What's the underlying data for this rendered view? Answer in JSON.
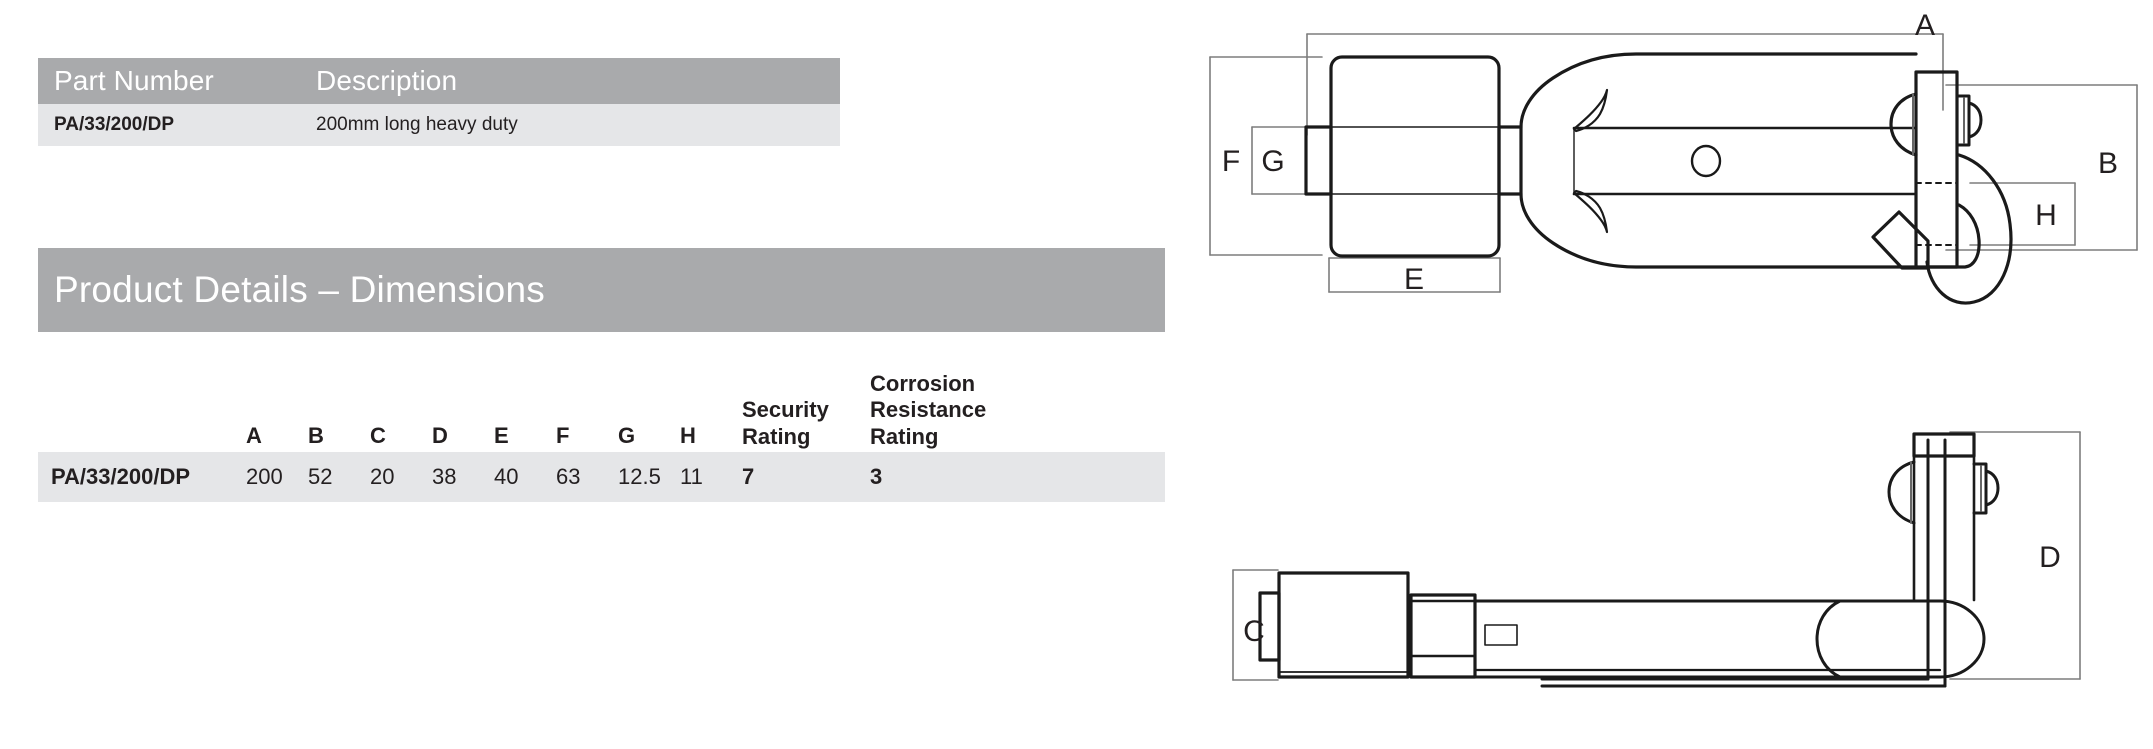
{
  "part_table": {
    "name": "part-number-description-table",
    "columns": [
      "Part Number",
      "Description"
    ],
    "rows": [
      {
        "part_number": "PA/33/200/DP",
        "description": "200mm long heavy duty"
      }
    ]
  },
  "details_section": {
    "title": "Product Details – Dimensions"
  },
  "dimensions_table": {
    "name": "product-dimensions-table",
    "columns": [
      "",
      "A",
      "B",
      "C",
      "D",
      "E",
      "F",
      "G",
      "H",
      "Security Rating",
      "Corrosion Resistance Rating"
    ],
    "column_security_lines": [
      "Security",
      "Rating"
    ],
    "column_corrosion_lines": [
      "Corrosion",
      "Resistance",
      "Rating"
    ],
    "rows": [
      {
        "part_number": "PA/33/200/DP",
        "A": "200",
        "B": "52",
        "C": "20",
        "D": "38",
        "E": "40",
        "F": "63",
        "G": "12.5",
        "H": "11",
        "security_rating": "7",
        "corrosion_resistance_rating": "3"
      }
    ]
  },
  "drawing": {
    "name": "padlock-bolt-technical-drawing",
    "views": [
      {
        "name": "top-view",
        "dimension_labels": [
          "A",
          "B",
          "E",
          "F",
          "G",
          "H"
        ]
      },
      {
        "name": "side-view",
        "dimension_labels": [
          "C",
          "D"
        ]
      }
    ],
    "labels": {
      "A": "A",
      "B": "B",
      "C": "C",
      "D": "D",
      "E": "E",
      "F": "F",
      "G": "G",
      "H": "H"
    }
  },
  "colors": {
    "header_band": "#a9aaac",
    "row_stripe": "#e5e6e8",
    "text": "#231f20",
    "header_text": "#ffffff",
    "drawing_line": "#1a1a1a",
    "dimension_line": "#7d7d7d"
  }
}
